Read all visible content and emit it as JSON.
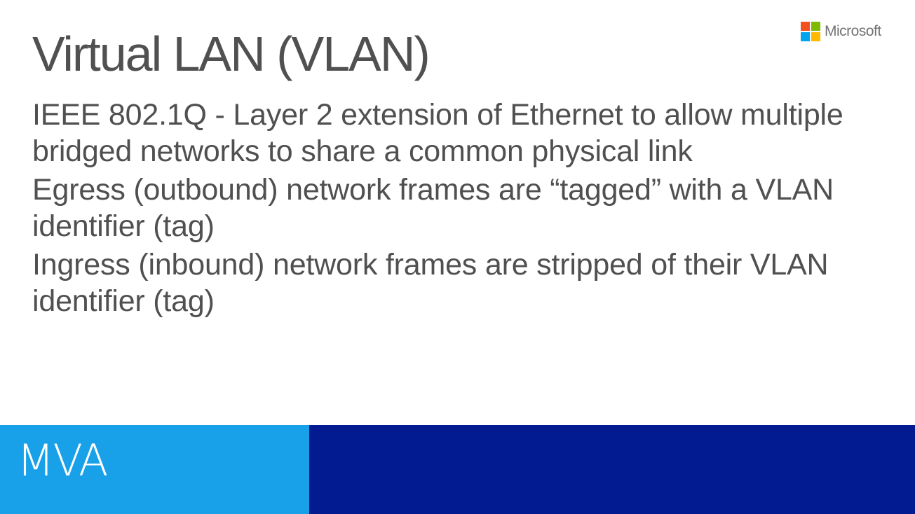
{
  "slide": {
    "title": "Virtual LAN (VLAN)",
    "bullets": [
      "IEEE 802.1Q - Layer 2 extension of Ethernet to allow multiple bridged networks to share a common physical link",
      "Egress (outbound) network frames are “tagged” with a VLAN identifier (tag)",
      "Ingress (inbound) network frames are stripped of their VLAN identifier (tag)"
    ]
  },
  "logo": {
    "text": "Microsoft",
    "icon": "microsoft-four-squares-icon",
    "colors": [
      "#f25022",
      "#7fba00",
      "#00a4ef",
      "#ffb900"
    ]
  },
  "footer": {
    "label": "MVA",
    "left_color": "#18a0e8",
    "right_color": "#021b91"
  }
}
